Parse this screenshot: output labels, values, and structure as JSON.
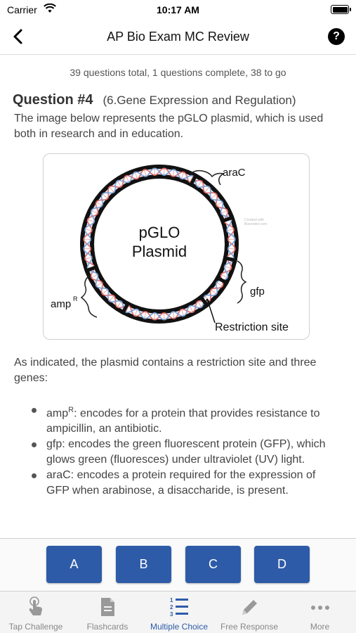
{
  "status_bar": {
    "carrier": "Carrier",
    "time": "10:17 AM"
  },
  "nav": {
    "title": "AP Bio Exam MC Review",
    "help_label": "?"
  },
  "progress_text": "39 questions total, 1 questions complete, 38 to go",
  "question": {
    "number": "Question #4",
    "topic": "(6.Gene Expression and Regulation)",
    "text": "The image below represents the pGLO plasmid, which is used both in research and in education."
  },
  "figure": {
    "center_line1": "pGLO",
    "center_line2": "Plasmid",
    "label_arac": "araC",
    "label_gfp": "gfp",
    "label_amp": "amp",
    "label_amp_sup": "R",
    "label_restriction": "Restriction site",
    "watermark_line1": "Created with",
    "watermark_line2": "Biorender.com"
  },
  "body_text": "As indicated, the plasmid contains a restriction site and three genes:",
  "bullets": [
    {
      "prefix": "amp",
      "sup": "R",
      "text": ": encodes for a protein that provides resistance to ampicillin, an antibiotic."
    },
    {
      "prefix": "",
      "sup": "",
      "text": "gfp: encodes the green fluorescent protein (GFP), which glows green (fluoresces) under ultraviolet (UV) light."
    },
    {
      "prefix": "",
      "sup": "",
      "text": "araC: encodes a protein required for the expression of GFP when arabinose, a disaccharide, is present."
    }
  ],
  "answers": [
    "A",
    "B",
    "C",
    "D"
  ],
  "tabs": [
    {
      "label": "Tap Challenge",
      "icon": "tap-hand-icon"
    },
    {
      "label": "Flashcards",
      "icon": "flashcard-icon"
    },
    {
      "label": "Multiple Choice",
      "icon": "numbered-list-icon",
      "active": true
    },
    {
      "label": "Free Response",
      "icon": "pencil-icon"
    },
    {
      "label": "More",
      "icon": "more-dots-icon"
    }
  ],
  "colors": {
    "accent": "#2e5ba8",
    "dna_red": "#e06a6a",
    "dna_blue": "#7a9fd6"
  }
}
